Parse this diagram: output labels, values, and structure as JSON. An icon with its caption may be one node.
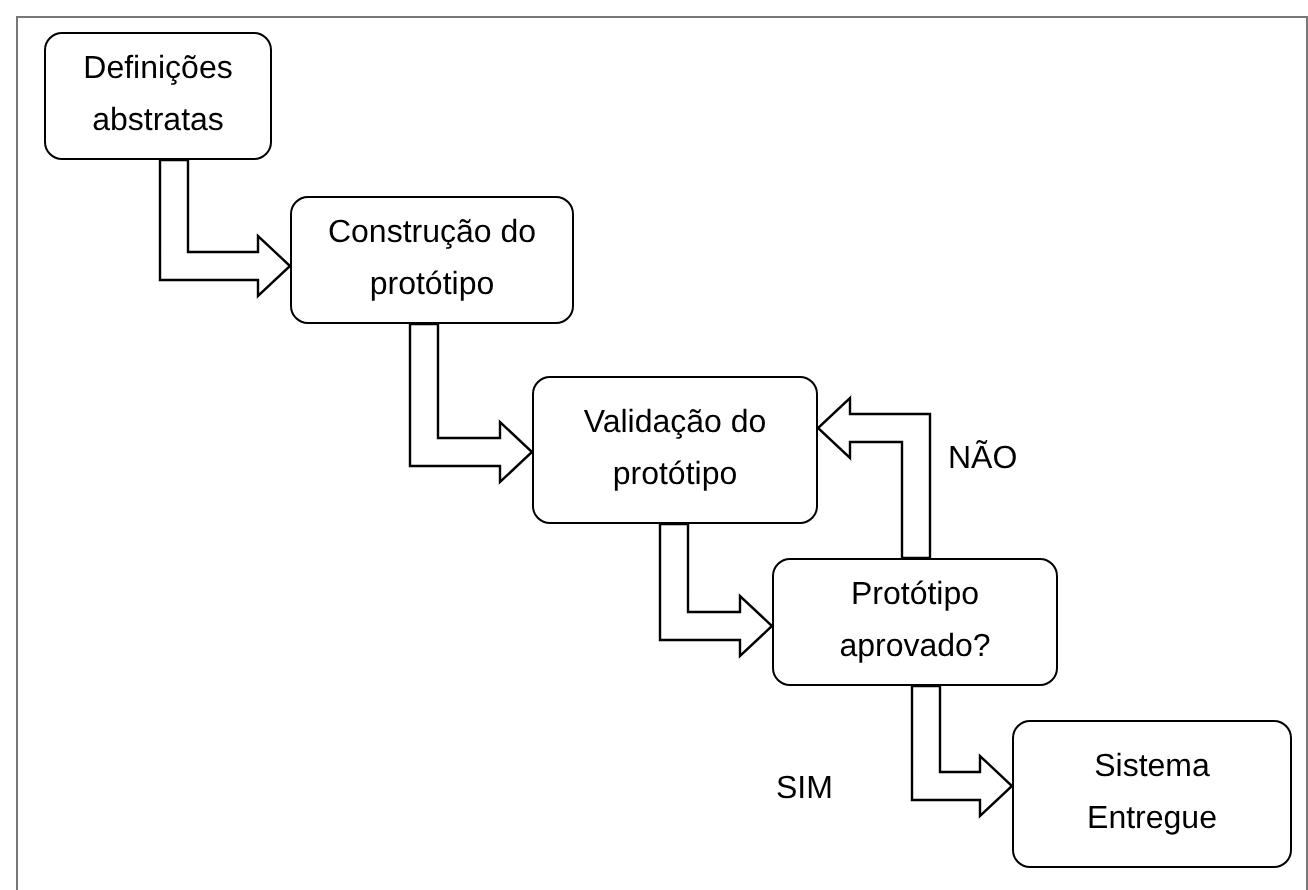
{
  "diagram": {
    "nodes": [
      {
        "text": [
          "Definições abstratas"
        ]
      },
      {
        "text": [
          "Construção do protótipo"
        ]
      },
      {
        "text": [
          "Validação do protótipo"
        ]
      },
      {
        "text": [
          "Protótipo aprovado?"
        ]
      },
      {
        "text": [
          "Sistema Entregue"
        ]
      }
    ],
    "edges": [
      {
        "from": 0,
        "to": 1,
        "arrow": "to"
      },
      {
        "from": 1,
        "to": 2,
        "arrow": "to"
      },
      {
        "from": 2,
        "to": 3,
        "arrow": "to"
      },
      {
        "from": 3,
        "to": 4,
        "arrow": "to",
        "label": "SIM"
      },
      {
        "from": 3,
        "to": 2,
        "arrow": "to",
        "label": "NÃO"
      }
    ]
  }
}
